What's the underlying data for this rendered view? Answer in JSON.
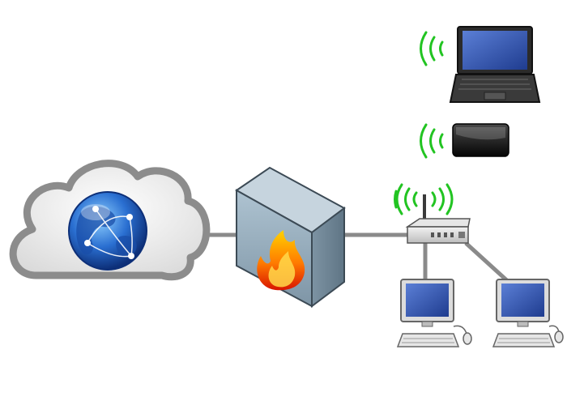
{
  "diagram": {
    "nodes": [
      {
        "id": "internet",
        "icon": "cloud-globe-icon"
      },
      {
        "id": "firewall",
        "icon": "firewall-icon"
      },
      {
        "id": "router",
        "icon": "wireless-router-icon"
      },
      {
        "id": "laptop",
        "icon": "laptop-icon"
      },
      {
        "id": "tablet",
        "icon": "tablet-icon"
      },
      {
        "id": "desktop-1",
        "icon": "desktop-computer-icon"
      },
      {
        "id": "desktop-2",
        "icon": "desktop-computer-icon"
      }
    ],
    "links": [
      {
        "from": "internet",
        "to": "firewall",
        "type": "wired"
      },
      {
        "from": "firewall",
        "to": "router",
        "type": "wired"
      },
      {
        "from": "router",
        "to": "desktop-1",
        "type": "wired"
      },
      {
        "from": "router",
        "to": "desktop-2",
        "type": "wired"
      },
      {
        "from": "router",
        "to": "laptop",
        "type": "wireless"
      },
      {
        "from": "router",
        "to": "tablet",
        "type": "wireless"
      }
    ],
    "colors": {
      "wire": "#8a8a8a",
      "wifi": "#22c422",
      "cloud_outline": "#8c8c8c",
      "globe": "#2a6fd1",
      "firewall_body": "#8ea6b6",
      "flame": "#ff7a00",
      "screen": "#1f3c8f"
    }
  }
}
